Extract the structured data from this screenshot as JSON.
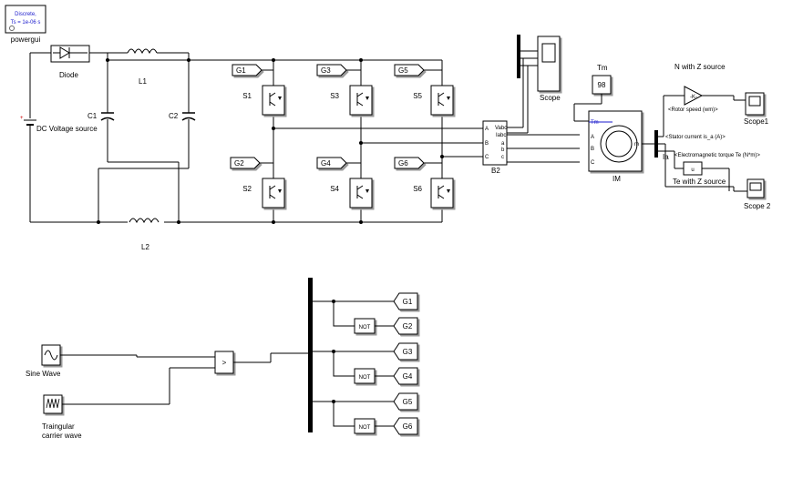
{
  "powergui": {
    "line1": "Discrete,",
    "line2": "Ts = 1e-06 s",
    "caption": "powergui"
  },
  "circuit": {
    "dc_source": "DC Voltage source",
    "diode": "Diode",
    "L1": "L1",
    "L2": "L2",
    "C1": "C1",
    "C2": "C2"
  },
  "inverter": {
    "switches": [
      "S1",
      "S3",
      "S5",
      "S2",
      "S4",
      "S6"
    ],
    "gate_tags": [
      "G1",
      "G3",
      "G5",
      "G2",
      "G4",
      "G6"
    ],
    "bus_label": "B2",
    "port_labels": [
      "A",
      "B",
      "C",
      "Vabc",
      "Iabc",
      "a",
      "b",
      "c"
    ]
  },
  "machine": {
    "label": "IM",
    "tm_constant": "98",
    "tm_label": "Tm",
    "ports": [
      "Tm",
      "A",
      "B",
      "C",
      "m"
    ],
    "signals": [
      "<Rotor speed (wm)>",
      "<Stator current is_a (A)>",
      "<Electromagnetic torque Te (N*m)>"
    ],
    "ia_label": "Ia",
    "gain_label": "N with Z source",
    "te_label": "Te with Z source"
  },
  "scopes": [
    "Scope",
    "Scope1",
    "Scope 2"
  ],
  "pwm": {
    "sine": "Sine Wave",
    "carrier_line1": "Traingular",
    "carrier_line2": "carrier wave",
    "relational": ">",
    "not_label": "NOT",
    "outputs": [
      "G1",
      "G2",
      "G3",
      "G4",
      "G5",
      "G6"
    ]
  }
}
